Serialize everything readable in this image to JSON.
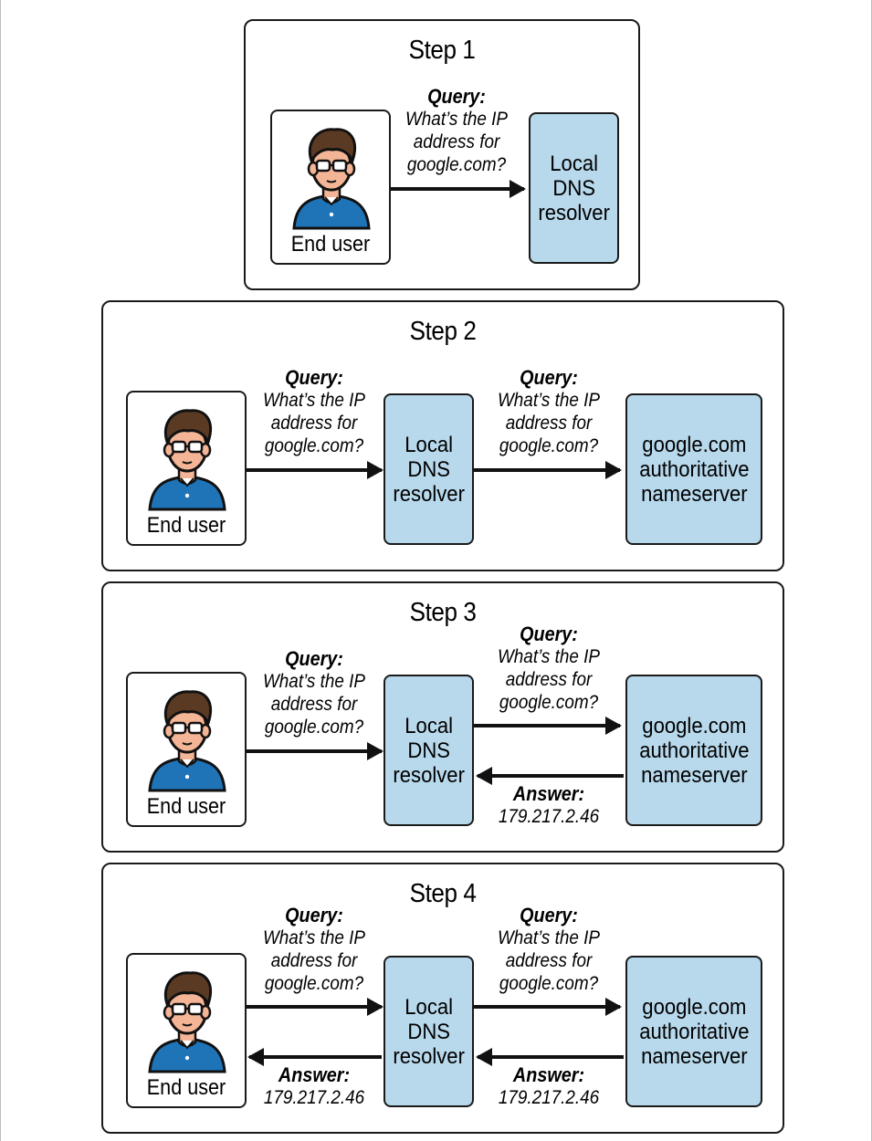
{
  "steps": [
    {
      "title": "Step 1"
    },
    {
      "title": "Step 2"
    },
    {
      "title": "Step 3"
    },
    {
      "title": "Step 4"
    }
  ],
  "labels": {
    "end_user": "End user",
    "resolver": "Local\nDNS\nresolver",
    "authoritative": "google.com\nauthoritative\nnameserver"
  },
  "query": {
    "head": "Query:",
    "body": "What’s the IP\naddress for\ngoogle.com?"
  },
  "answer": {
    "head": "Answer:",
    "body": "179.217.2.46"
  },
  "colors": {
    "server_fill": "#b8d8ec",
    "shirt": "#1f73b7",
    "hair": "#5b3a24",
    "skin": "#f4b596"
  }
}
